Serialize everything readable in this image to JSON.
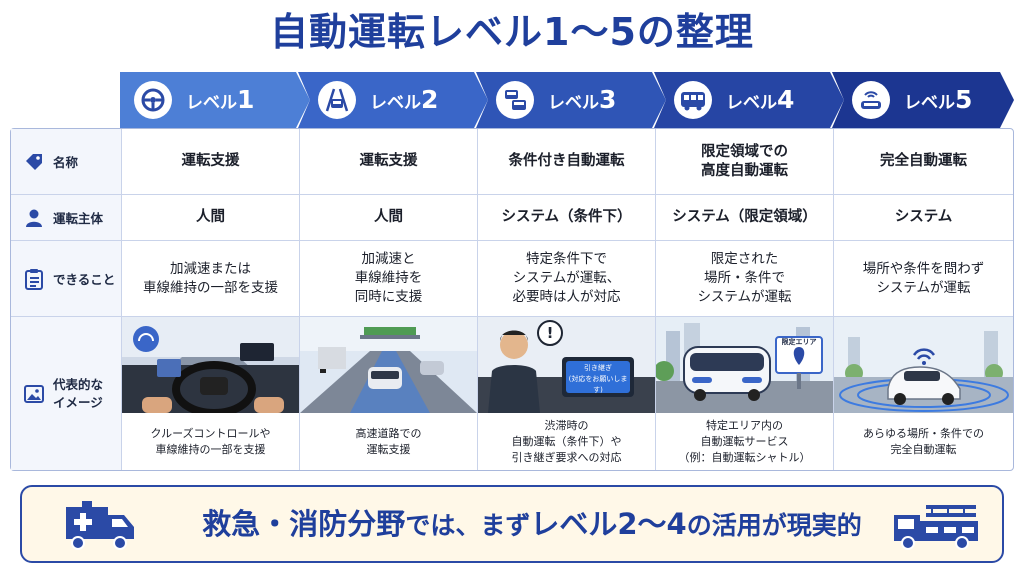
{
  "title": "自動運転レベル1〜5の整理",
  "levels": [
    {
      "prefix": "レベル",
      "num": "1",
      "icon": "steering-wheel-icon",
      "color": "#4d7fd6"
    },
    {
      "prefix": "レベル",
      "num": "2",
      "icon": "highway-car-icon",
      "color": "#3a66c8"
    },
    {
      "prefix": "レベル",
      "num": "3",
      "icon": "two-cars-icon",
      "color": "#2f55b6"
    },
    {
      "prefix": "レベル",
      "num": "4",
      "icon": "bus-icon",
      "color": "#2645a4"
    },
    {
      "prefix": "レベル",
      "num": "5",
      "icon": "autonomous-car-icon",
      "color": "#1c3691"
    }
  ],
  "row_labels": {
    "name": "名称",
    "actor": "運転主体",
    "capability": "できること",
    "image": "代表的な\nイメージ"
  },
  "names": [
    "運転支援",
    "運転支援",
    "条件付き自動運転",
    "限定領域での\n高度自動運転",
    "完全自動運転"
  ],
  "actors": [
    "人間",
    "人間",
    "システム（条件下）",
    "システム（限定領域）",
    "システム"
  ],
  "capabilities": [
    "加減速または\n車線維持の一部を支援",
    "加減速と\n車線維持を\n同時に支援",
    "特定条件下で\nシステムが運転、\n必要時は人が対応",
    "限定された\n場所・条件で\nシステムが運転",
    "場所や条件を問わず\nシステムが運転"
  ],
  "image_captions": [
    "クルーズコントロールや\n車線維持の一部を支援",
    "高速道路での\n運転支援",
    "渋滞時の\n自動運転（条件下）や\n引き継ぎ要求への対応",
    "特定エリア内の\n自動運転サービス\n（例：自動運転シャトル）",
    "あらゆる場所・条件での\n完全自動運転"
  ],
  "image_labels": {
    "takeover_screen": "引き継ぎ\n(対応をお願いします)",
    "exclamation": "!",
    "area_sign": "限定エリア"
  },
  "banner": {
    "part1": "救急・消防分野",
    "part2": "では、まず",
    "part3": "レベル2〜4",
    "part4": "の活用が現実的"
  },
  "colors": {
    "title": "#1f3f9c",
    "accent": "#2b4aa6",
    "highlight": "#f6c542",
    "banner_bg": "#fff8e8"
  }
}
